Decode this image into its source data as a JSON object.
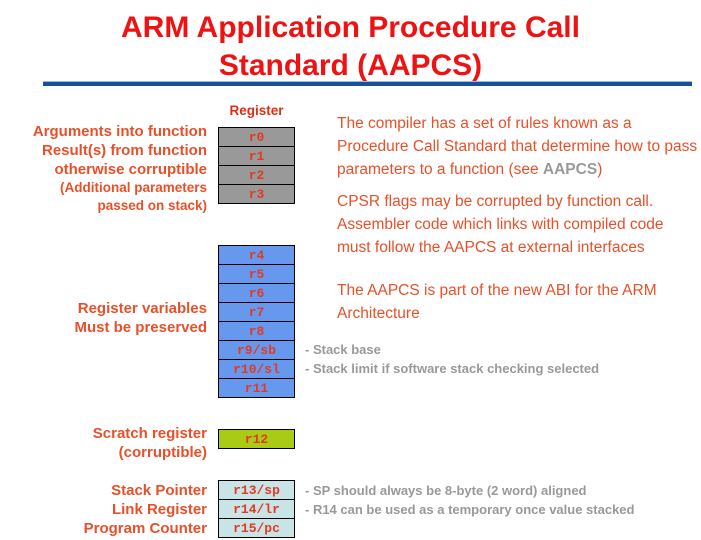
{
  "title": {
    "line1": "ARM Application Procedure Call",
    "line2": "Standard (AAPCS)"
  },
  "register_column": {
    "header": "Register",
    "groups": [
      {
        "name": "argument-registers",
        "registers": [
          "r0",
          "r1",
          "r2",
          "r3"
        ]
      },
      {
        "name": "variable-registers",
        "registers": [
          "r4",
          "r5",
          "r6",
          "r7",
          "r8",
          "r9/sb",
          "r10/sl",
          "r11"
        ]
      },
      {
        "name": "scratch-register",
        "registers": [
          "r12"
        ]
      },
      {
        "name": "special-registers",
        "registers": [
          "r13/sp",
          "r14/lr",
          "r15/pc"
        ]
      }
    ]
  },
  "left_labels": {
    "arguments": [
      "Arguments into function",
      "Result(s) from function",
      "otherwise corruptible"
    ],
    "arguments_note": [
      "(Additional parameters",
      "passed on stack)"
    ],
    "variables": [
      "Register variables",
      "Must be preserved"
    ],
    "scratch": [
      "Scratch register",
      "(corruptible)"
    ],
    "special": [
      "Stack Pointer",
      "Link Register",
      "Program Counter"
    ]
  },
  "annotations": {
    "stack_base": "- Stack base",
    "stack_limit": "- Stack limit if software stack checking selected",
    "sp_aligned": "- SP should always be 8-byte (2 word) aligned",
    "r14_temp": "- R14 can be used as a temporary once value stacked"
  },
  "paragraphs": {
    "p1_before": "The compiler has a set of rules known as a Procedure Call Standard that determine how to pass parameters to a function (see ",
    "p1_highlight": "AAPCS",
    "p1_after": ")",
    "p2": "CPSR flags may be corrupted by function call. Assembler code which links with compiled code must follow the AAPCS at external interfaces",
    "p3": "The AAPCS is part of the new ABI for the ARM Architecture"
  },
  "colors": {
    "title_red": "#ee1212",
    "label_orange": "#e8502a",
    "register_text_red": "#e23a22",
    "gray_box": "#999999",
    "blue_box": "#6699ee",
    "green_box": "#a9cb15",
    "pale_box": "#c9e4e6",
    "annotation_gray": "#999999",
    "rule_blue": "#17509e"
  }
}
